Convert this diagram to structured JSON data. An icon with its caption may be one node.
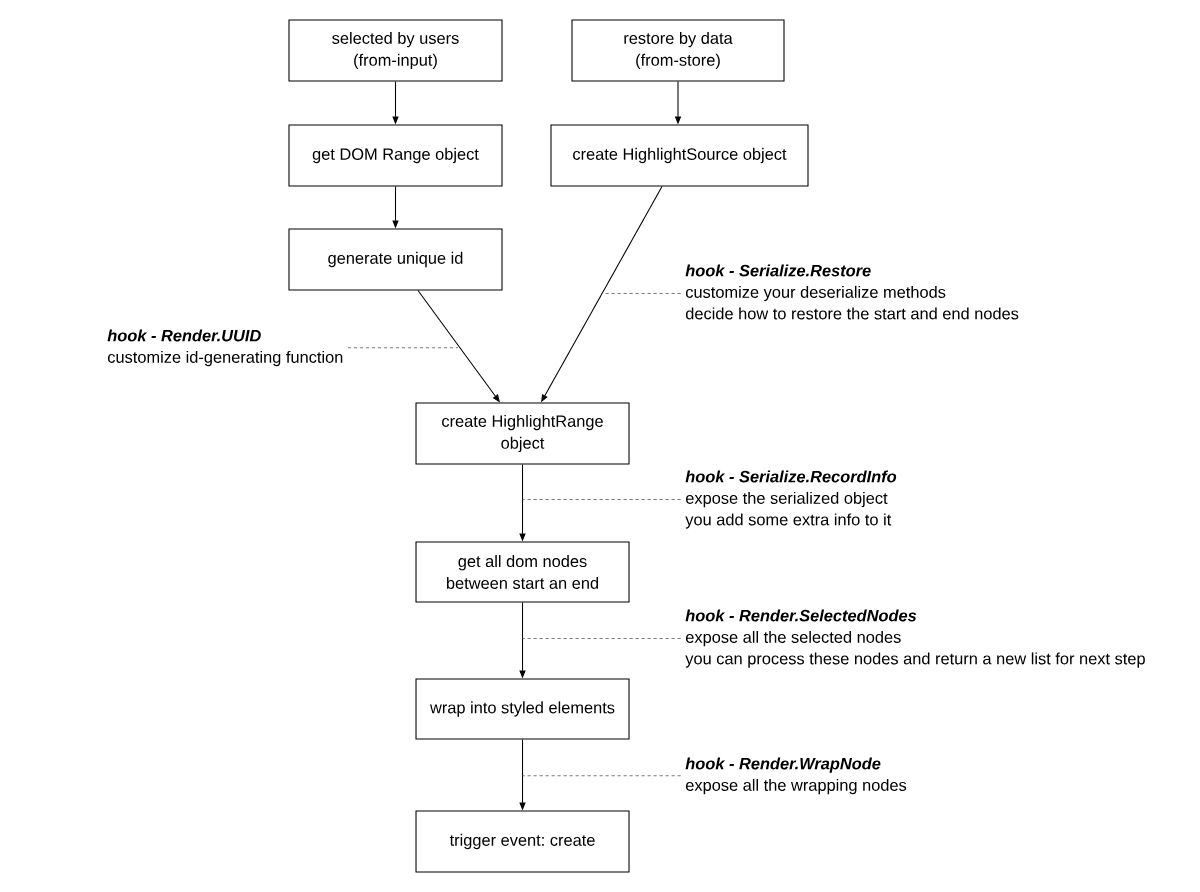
{
  "diagram": {
    "nodes": [
      {
        "text": [
          "selected by users (from-input)"
        ]
      },
      {
        "text": [
          "restore by data (from-store)"
        ]
      },
      {
        "text": [
          "get DOM Range object"
        ]
      },
      {
        "text": [
          "create HighlightSource object"
        ]
      },
      {
        "text": [
          "generate unique id"
        ]
      },
      {
        "text": [
          "hook - Serialize.Restore",
          "customize your deserialize methods",
          "decide how to restore the start and end nodes"
        ]
      },
      {
        "text": [
          "hook - Render.UUID",
          "customize id-generating function"
        ]
      },
      {
        "text": [
          "create HighlightRange object"
        ]
      },
      {
        "text": [
          "hook - Serialize.RecordInfo",
          "expose the serialized object",
          "you add some extra info to it"
        ]
      },
      {
        "text": [
          "get all dom nodes between start an end"
        ]
      },
      {
        "text": [
          "hook - Render.SelectedNodes",
          "expose all the selected nodes",
          "you can process these nodes and return a new list for next step"
        ]
      },
      {
        "text": [
          "wrap into styled elements"
        ]
      },
      {
        "text": [
          "hook - Render.WrapNode",
          "expose all the wrapping nodes"
        ]
      },
      {
        "text": [
          "trigger event: create"
        ]
      }
    ],
    "edges": [
      {
        "from": 0,
        "to": 2,
        "arrow": "to"
      },
      {
        "from": 2,
        "to": 4,
        "arrow": "to"
      },
      {
        "from": 4,
        "to": 7,
        "arrow": "to"
      },
      {
        "from": 1,
        "to": 3,
        "arrow": "to"
      },
      {
        "from": 3,
        "to": 7,
        "arrow": "to"
      },
      {
        "from": 7,
        "to": 9,
        "arrow": "to"
      },
      {
        "from": 9,
        "to": 11,
        "arrow": "to"
      },
      {
        "from": 11,
        "to": 13,
        "arrow": "to"
      },
      {
        "from": 5,
        "to": null,
        "arrow": "none",
        "style": "dashed",
        "color": "#666666"
      },
      {
        "from": 6,
        "to": null,
        "arrow": "none",
        "style": "dashed",
        "color": "#666666"
      },
      {
        "from": 8,
        "to": null,
        "arrow": "none",
        "style": "dashed",
        "color": "#666666"
      },
      {
        "from": 10,
        "to": null,
        "arrow": "none",
        "style": "dashed",
        "color": "#666666"
      },
      {
        "from": 12,
        "to": null,
        "arrow": "none",
        "style": "dashed",
        "color": "#666666"
      }
    ]
  }
}
